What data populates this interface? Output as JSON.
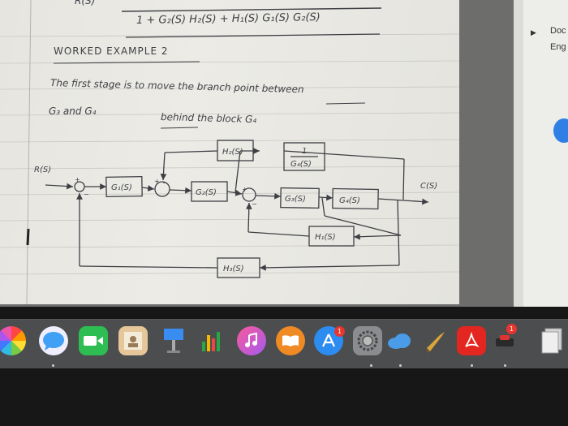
{
  "notes": {
    "top_fragment": "R(S)",
    "denominator": "1 + G₂(S) H₂(S) + H₁(S) G₁(S) G₂(S)",
    "heading": "WORKED EXAMPLE 2",
    "line1": "The first stage is to move the branch point between",
    "line2_a": "G₃ and G₄",
    "line2_b": "behind the block G₄"
  },
  "diagram": {
    "input_label": "R(S)",
    "output_label": "C(S)",
    "blocks": {
      "g1": "G₁(S)",
      "g2": "G₂(S)",
      "g3": "G₃(S)",
      "g4": "G₄(S)",
      "h1": "H₁(S)",
      "h2": "H₂(S)",
      "h3": "H₃(S)",
      "inv_num": "1",
      "inv_den": "G₄(S)"
    }
  },
  "side_panel": {
    "line1": "Doc",
    "line2": "Eng"
  },
  "dock": {
    "badges": {
      "app_store": "1",
      "reminder": "1"
    }
  },
  "colors": {
    "paper": "#e9e8e3",
    "ink": "#3e3f44",
    "dock": "#787a7c",
    "badge": "#e8352e"
  }
}
